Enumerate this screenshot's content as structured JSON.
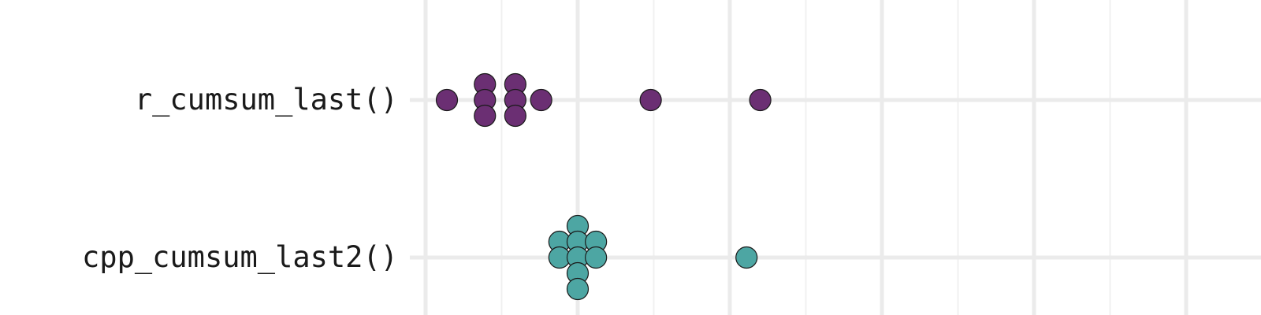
{
  "chart_data": {
    "type": "scatter",
    "style": "beeswarm",
    "categories": [
      "r_cumsum_last()",
      "cpp_cumsum_last2()"
    ],
    "x_axis": {
      "grid": "vertical major and minor lines",
      "tick_labels_visible": false
    },
    "grid": true,
    "legend": "none",
    "series": [
      {
        "category": "r_cumsum_last()",
        "color": "#6B2F73",
        "points": [
          {
            "x": 0.14,
            "rank": 0
          },
          {
            "x": 0.39,
            "rank": -1
          },
          {
            "x": 0.39,
            "rank": 0
          },
          {
            "x": 0.39,
            "rank": 1
          },
          {
            "x": 0.59,
            "rank": -1
          },
          {
            "x": 0.59,
            "rank": 0
          },
          {
            "x": 0.59,
            "rank": 1
          },
          {
            "x": 0.76,
            "rank": 0
          },
          {
            "x": 1.48,
            "rank": 0
          },
          {
            "x": 2.2,
            "rank": 0
          }
        ]
      },
      {
        "category": "cpp_cumsum_last2()",
        "color": "#4DA6A3",
        "points": [
          {
            "x": 0.88,
            "rank": -1
          },
          {
            "x": 0.88,
            "rank": 0
          },
          {
            "x": 1.0,
            "rank": -2
          },
          {
            "x": 1.0,
            "rank": -1
          },
          {
            "x": 1.0,
            "rank": 0
          },
          {
            "x": 1.0,
            "rank": 1
          },
          {
            "x": 1.0,
            "rank": 2
          },
          {
            "x": 1.12,
            "rank": -1
          },
          {
            "x": 1.12,
            "rank": 0
          },
          {
            "x": 2.11,
            "rank": 0
          }
        ]
      }
    ]
  }
}
